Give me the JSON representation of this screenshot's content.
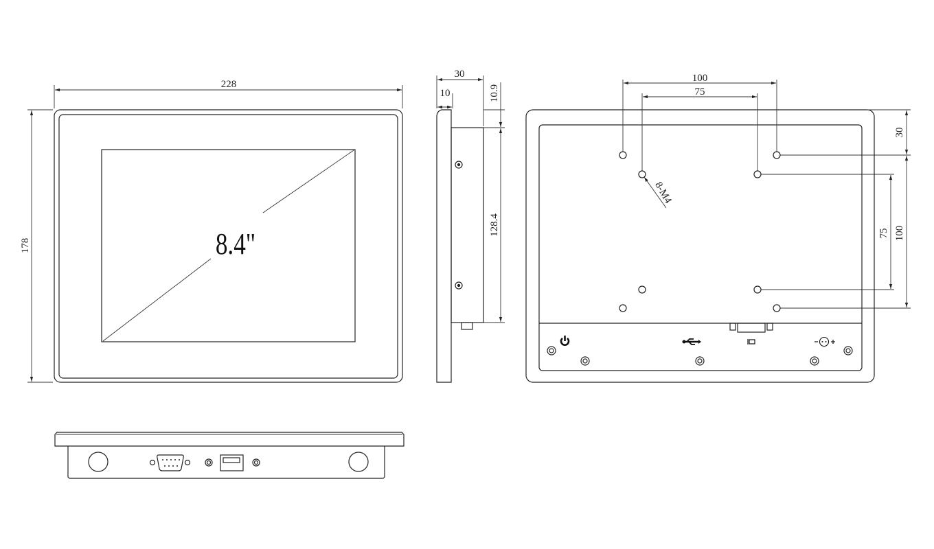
{
  "front_view": {
    "screen_size": "8.4\"",
    "width_dim": "228",
    "height_dim": "178"
  },
  "side_view": {
    "depth_dim": "30",
    "bezel_dim": "10",
    "top_offset_dim": "10.9",
    "body_height_dim": "128.4"
  },
  "back_view": {
    "vesa_outer_h": "100",
    "vesa_inner_h": "75",
    "vesa_top_offset": "30",
    "vesa_outer_v": "100",
    "vesa_inner_v": "75",
    "screw_spec": "8-M4",
    "port_icons": [
      "power-icon",
      "usb-icon",
      "vga-icon",
      "dc-power-icon"
    ]
  },
  "bottom_view": {
    "ports": [
      "db9-serial-port",
      "usb-port"
    ]
  },
  "colors": {
    "line": "#222222",
    "background": "#ffffff"
  }
}
